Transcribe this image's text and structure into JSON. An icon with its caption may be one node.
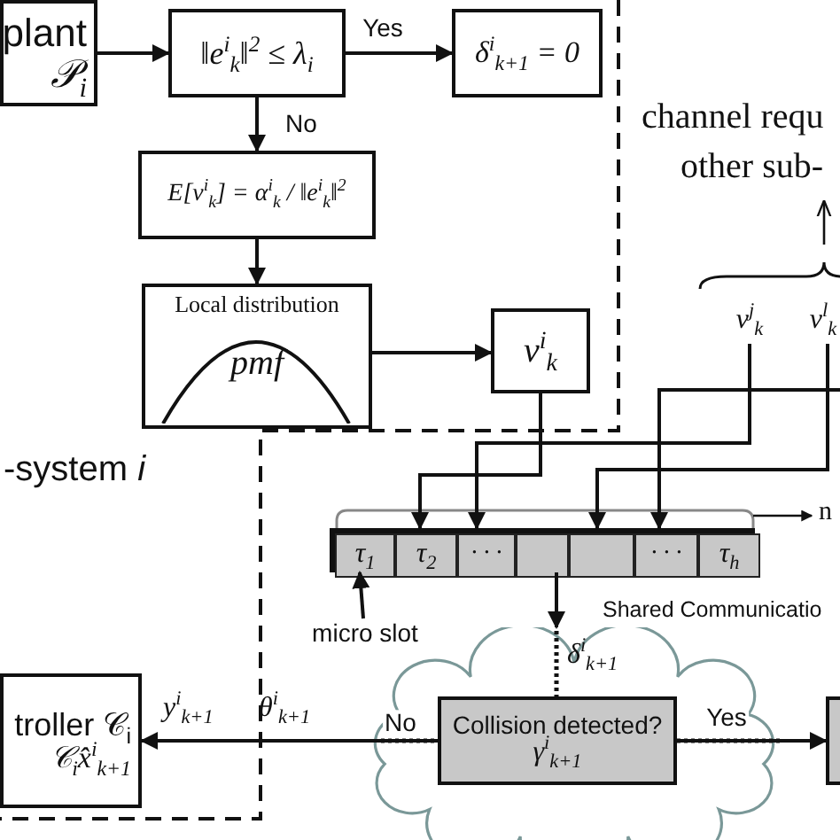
{
  "diagram": {
    "nodes": [
      {
        "text": [
          "plant",
          "𝒫$_{i}$"
        ]
      },
      {
        "text": [
          "‖e$^{i}$$_{k}$‖$^{2}$ ≤ λ$_{i}$"
        ]
      },
      {
        "text": [
          "δ$^{i}$$_{k+1}$ = 0"
        ]
      },
      {
        "text": [
          "E[ν$^{i}$$_{k}$] = α$^{i}$$_{k}$ / ‖e$^{i}$$_{k}$‖$^{2}$"
        ]
      },
      {
        "text": [
          "Local distribution",
          "pmf"
        ]
      },
      {
        "text": [
          "ν$^{i}$$_{k}$"
        ]
      },
      {
        "text": [
          "ν$^{j}$$_{k}$"
        ]
      },
      {
        "text": [
          "ν$^{l}$$_{k}$"
        ]
      },
      {
        "text": [],
        "shape": "bar"
      },
      {
        "text": [
          "τ$_{1}$"
        ],
        "in": 8
      },
      {
        "text": [
          "τ$_{2}$"
        ],
        "in": 8
      },
      {
        "text": [
          "· · ·"
        ],
        "in": 8
      },
      {
        "text": [],
        "shape": "box",
        "in": 8
      },
      {
        "text": [],
        "shape": "box",
        "in": 8
      },
      {
        "text": [
          "· · ·"
        ],
        "in": 8
      },
      {
        "text": [
          "τ$_{h}$"
        ],
        "in": 8
      },
      {
        "text": [
          "micro slot"
        ]
      },
      {
        "text": [
          "δ$^{i}$$_{k+1}$"
        ]
      },
      {
        "text": [
          "Collision detected?",
          "γ$^{i}$$_{k+1}$"
        ],
        "in": 17
      },
      {
        "text": [
          "troller 𝒞$_{i}$",
          "𝒞$_{i}$x̂$^{i}$$_{k+1}$"
        ]
      },
      {
        "text": [],
        "shape": "box"
      }
    ],
    "edges": [
      {
        "from": 0,
        "to": 1,
        "arrow": "to"
      },
      {
        "from": 1,
        "to": 2,
        "arrow": "to",
        "label": "Yes"
      },
      {
        "from": 1,
        "to": 3,
        "arrow": "to",
        "label": "No"
      },
      {
        "from": 3,
        "to": 4,
        "arrow": "to"
      },
      {
        "from": 4,
        "to": 5,
        "arrow": "to"
      },
      {
        "from": 5,
        "to": 10,
        "arrow": "to"
      },
      {
        "from": 6,
        "to": 11,
        "arrow": "to"
      },
      {
        "from": 7,
        "to": 13,
        "arrow": "to"
      },
      {
        "from": null,
        "to": 14,
        "arrow": "to"
      },
      {
        "from": 16,
        "to": 9,
        "arrow": "to"
      },
      {
        "from": 8,
        "to": 17,
        "arrow": "to"
      },
      {
        "from": 18,
        "to": 19,
        "arrow": "to",
        "label": "No"
      },
      {
        "from": 18,
        "to": 20,
        "arrow": "to",
        "label": "Yes"
      }
    ],
    "labels": [
      "-system *i*",
      "channel requ",
      "other sub-",
      "n",
      "Shared Communicatio",
      "y$^{i}$$_{k+1}$",
      "θ$^{i}$$_{k+1}$"
    ]
  }
}
